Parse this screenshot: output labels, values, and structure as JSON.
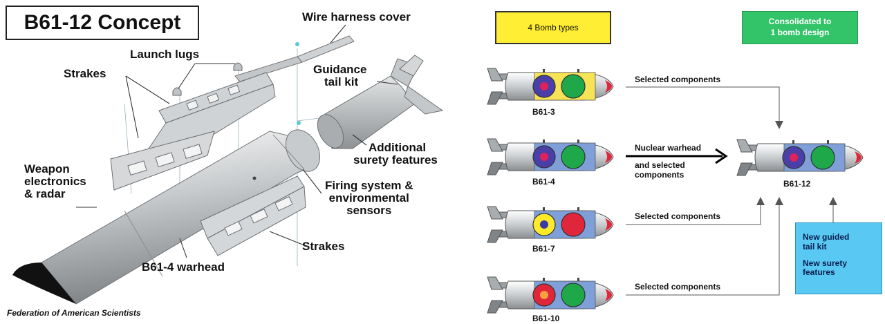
{
  "title": "B61-12 Concept",
  "credit": "Federation of American Scientists",
  "left_labels": {
    "wire_harness_cover": "Wire harness cover",
    "launch_lugs": "Launch lugs",
    "strakes_top": "Strakes",
    "guidance_line1": "Guidance",
    "guidance_line2": "tail kit",
    "additional_line1": "Additional",
    "additional_line2": "surety features",
    "weapon_line1": "Weapon",
    "weapon_line2": "electronics",
    "weapon_line3": "& radar",
    "firing_line1": "Firing system &",
    "firing_line2": "environmental",
    "firing_line3": "sensors",
    "strakes_bottom": "Strakes",
    "warhead": "B61-4 warhead"
  },
  "right": {
    "bomb_types_label": "4 Bomb types",
    "consolidated_line1": "Consolidated to",
    "consolidated_line2": "1 bomb design",
    "bombs": [
      {
        "name": "B61-3",
        "left_outer": "#4a3fa8",
        "left_inner": "#e0215a",
        "right": "#1ea84a",
        "body_mid": "#f6e356"
      },
      {
        "name": "B61-4",
        "left_outer": "#4a3fa8",
        "left_inner": "#e0215a",
        "right": "#1ea84a",
        "body_mid": "#7e9fd8"
      },
      {
        "name": "B61-7",
        "left_outer": "#ffea2a",
        "left_inner": "#3a3aa8",
        "right": "#e0263a",
        "body_mid": "#7e9fd8"
      },
      {
        "name": "B61-10",
        "left_outer": "#e0263a",
        "left_inner": "#f5a040",
        "right": "#1ea84a",
        "body_mid": "#7e9fd8"
      }
    ],
    "result_bomb": {
      "name": "B61-12",
      "left_outer": "#4a3fa8",
      "left_inner": "#e0215a",
      "right": "#1ea84a",
      "body_mid": "#7e9fd8"
    },
    "arrow_labels": {
      "selected_1": "Selected components",
      "nuclear_line1": "Nuclear warhead",
      "nuclear_line2": "and selected",
      "nuclear_line3": "components",
      "selected_3": "Selected components",
      "selected_4": "Selected components"
    },
    "new_features": {
      "line1": "New guided",
      "line2": "tail kit",
      "line3": "New surety",
      "line4": "features"
    },
    "colors": {
      "nose": "#e0263a",
      "bomb_body": "#b0b4b8",
      "yellow_box": "#ffee33",
      "green_box": "#33c46a",
      "blue_box": "#59c8f2"
    }
  }
}
